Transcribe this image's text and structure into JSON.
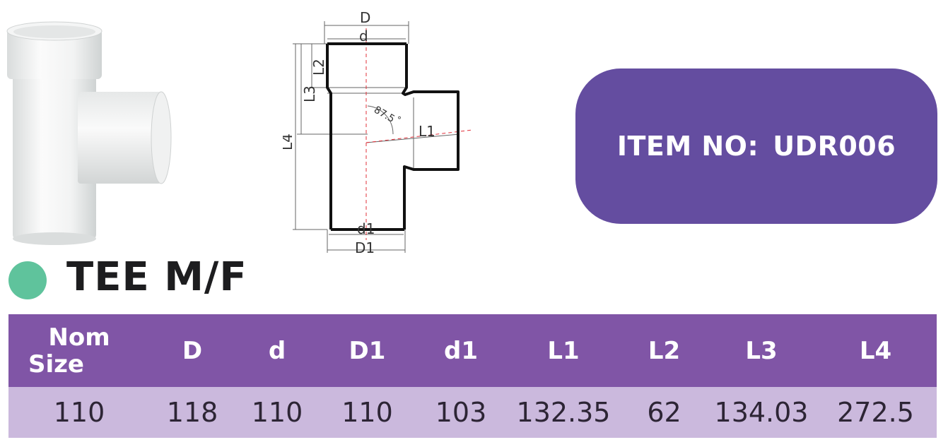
{
  "product": {
    "title": "TEE M/F",
    "item_label": "ITEM NO:",
    "item_number": "UDR006",
    "accent_color": "#644da0",
    "dot_color": "#5fc39c"
  },
  "drawing": {
    "label_D": "D",
    "label_d": "d",
    "label_L2": "L2",
    "label_L3": "L3",
    "label_L4": "L4",
    "label_L1": "L1",
    "label_angle": "87.5",
    "label_degree": "°",
    "label_d1": "d1",
    "label_D1": "D1"
  },
  "table": {
    "headers": [
      "Nom Size",
      "D",
      "d",
      "D1",
      "d1",
      "L1",
      "L2",
      "L3",
      "L4"
    ],
    "rows": [
      [
        "110",
        "118",
        "110",
        "110",
        "103",
        "132.35",
        "62",
        "134.03",
        "272.5"
      ]
    ]
  }
}
